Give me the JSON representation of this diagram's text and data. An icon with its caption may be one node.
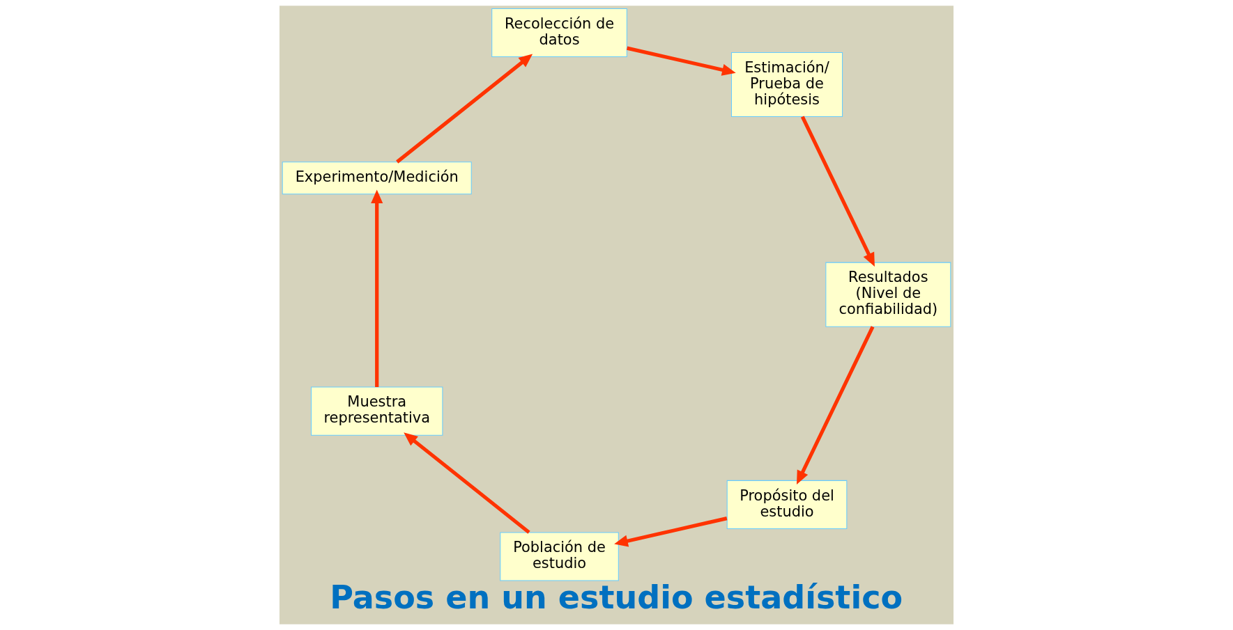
{
  "diagram": {
    "title": "Pasos en un estudio estadístico",
    "nodes": [
      {
        "text": [
          "Propósito del estudio"
        ]
      },
      {
        "text": [
          "Población de estudio"
        ]
      },
      {
        "text": [
          "Muestra representativa"
        ]
      },
      {
        "text": [
          "Experimento/Medición"
        ]
      },
      {
        "text": [
          "Recolección de datos"
        ]
      },
      {
        "text": [
          "Estimación/ Prueba de hipótesis"
        ]
      },
      {
        "text": [
          "Resultados (Nivel de confiabilidad)"
        ]
      }
    ],
    "edges": [
      {
        "from": 0,
        "to": 1,
        "arrow": "to"
      },
      {
        "from": 1,
        "to": 2,
        "arrow": "to"
      },
      {
        "from": 2,
        "to": 3,
        "arrow": "to"
      },
      {
        "from": 3,
        "to": 4,
        "arrow": "to"
      },
      {
        "from": 4,
        "to": 5,
        "arrow": "to"
      },
      {
        "from": 5,
        "to": 6,
        "arrow": "to"
      },
      {
        "from": 6,
        "to": 0,
        "arrow": "to"
      }
    ]
  }
}
